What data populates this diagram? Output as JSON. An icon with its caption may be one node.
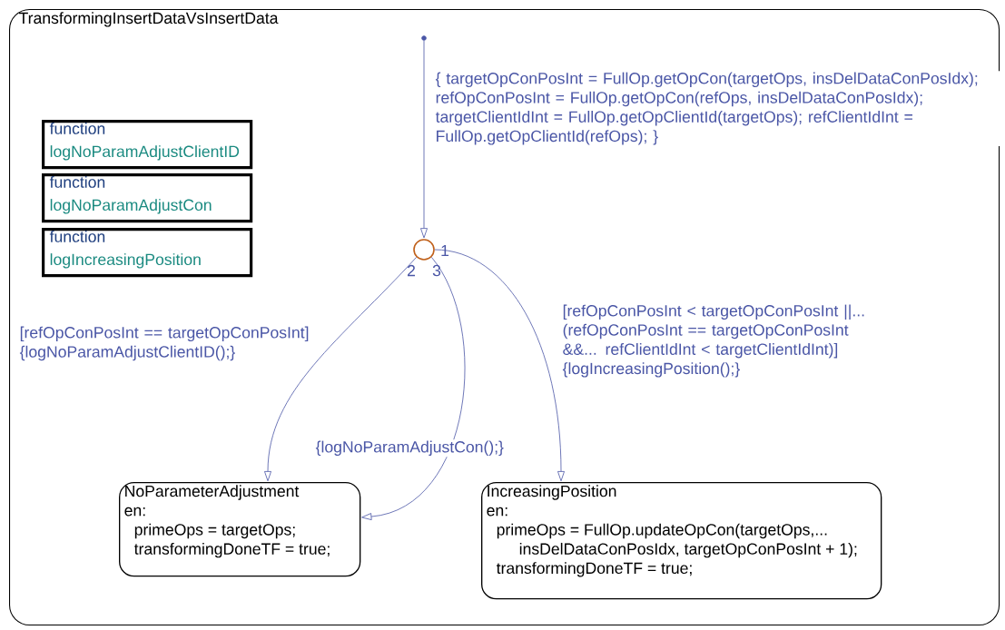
{
  "diagram": {
    "nodes": [
      {
        "text": [
          "TransformingInsertDataVsInsertData"
        ]
      },
      {
        "text": [
          "function",
          "logNoParamAdjustClientID"
        ],
        "in": 0
      },
      {
        "text": [
          "function",
          "logNoParamAdjustCon"
        ],
        "in": 0
      },
      {
        "text": [
          "function",
          "logIncreasingPosition"
        ],
        "in": 0
      },
      {
        "text": [],
        "shape": "circle",
        "in": 0
      },
      {
        "text": [],
        "shape": "circle",
        "in": 0,
        "beside": [
          "1",
          "2",
          "3"
        ]
      },
      {
        "text": [
          "NoParameterAdjustment",
          "en:",
          "primeOps = targetOps;",
          "transformingDoneTF = true;"
        ],
        "in": 0
      },
      {
        "text": [
          "IncreasingPosition",
          "en:",
          "primeOps = FullOp.updateOpCon(targetOps,...",
          "insDelDataConPosIdx, targetOpConPosInt + 1);",
          "transformingDoneTF = true;"
        ],
        "in": 0
      }
    ],
    "edges": [
      {
        "from": 4,
        "to": 5,
        "arrow": "to",
        "label": "{ targetOpConPosInt = FullOp.getOpCon(targetOps, insDelDataConPosIdx); refOpConPosInt = FullOp.getOpCon(refOps, insDelDataConPosIdx); targetClientIdInt = FullOp.getOpClientId(targetOps); refClientIdInt = FullOp.getOpClientId(refOps); }"
      },
      {
        "from": 5,
        "to": 7,
        "arrow": "to",
        "label": "[refOpConPosInt < targetOpConPosInt ||... (refOpConPosInt == targetOpConPosInt &&... refClientIdInt < targetClientIdInt)] {logIncreasingPosition();}"
      },
      {
        "from": 5,
        "to": 6,
        "arrow": "to",
        "label": "[refOpConPosInt == targetOpConPosInt] {logNoParamAdjustClientID();}"
      },
      {
        "from": 5,
        "to": 6,
        "arrow": "to",
        "label": "{logNoParamAdjustCon();}"
      }
    ]
  }
}
